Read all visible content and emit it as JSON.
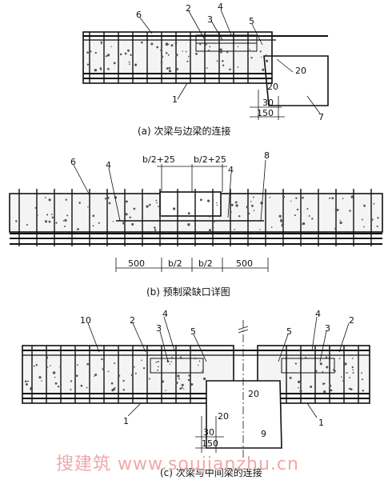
{
  "panel_a": {
    "caption": "(a) 次梁与边梁的连接",
    "labels": [
      "6",
      "2",
      "3",
      "4",
      "5",
      "20",
      "20",
      "1",
      "30",
      "150",
      "7"
    ]
  },
  "panel_b": {
    "caption": "(b) 预制梁缺口详图",
    "labels": [
      "b/2+25",
      "b/2+25",
      "6",
      "4",
      "4",
      "8"
    ],
    "dims": [
      "500",
      "b/2",
      "b/2",
      "500"
    ]
  },
  "panel_c": {
    "caption": "(c) 次梁与中间梁的连接",
    "labels": [
      "10",
      "2",
      "4",
      "3",
      "5",
      "4",
      "5",
      "3",
      "2",
      "20",
      "20",
      "9",
      "1",
      "1",
      "30",
      "150"
    ]
  },
  "watermark": "搜建筑 www.soujianzhu.cn"
}
